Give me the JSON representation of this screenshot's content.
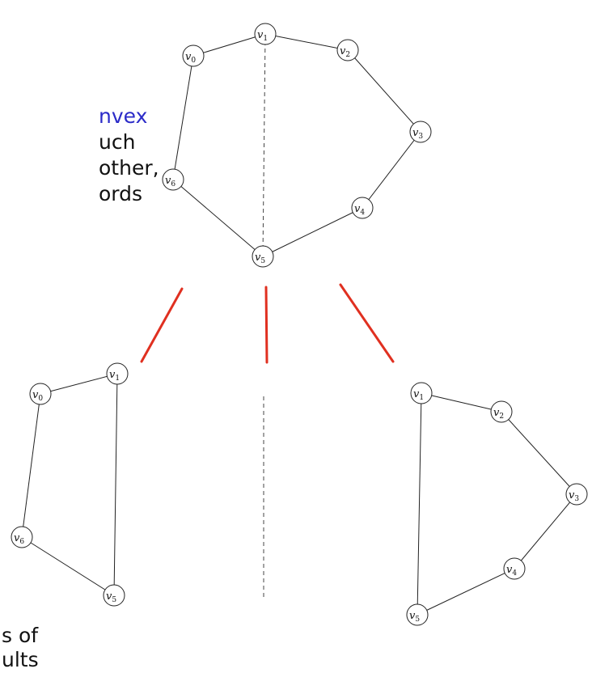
{
  "text": {
    "line1": "nvex",
    "line2": "uch",
    "line3": "other,",
    "line4": "ords",
    "line5": "s  of",
    "line6": "ults"
  },
  "colors": {
    "highlight": "#2b2bc8",
    "split_line": "#e03020"
  },
  "vertex_letter": "v",
  "top_graph": {
    "vertices": [
      "0",
      "1",
      "2",
      "3",
      "4",
      "5",
      "6"
    ]
  },
  "left_graph": {
    "vertices": [
      "0",
      "1",
      "5",
      "6"
    ]
  },
  "right_graph": {
    "vertices": [
      "1",
      "2",
      "3",
      "4",
      "5"
    ]
  }
}
